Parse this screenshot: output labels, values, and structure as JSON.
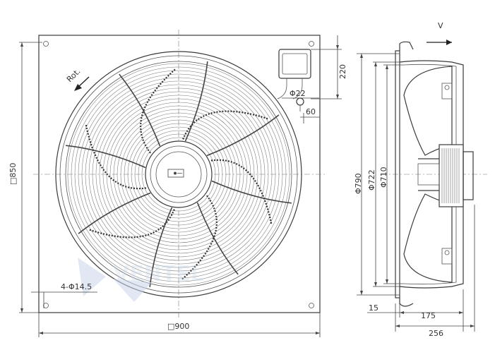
{
  "labels": {
    "plate_width": "□900",
    "plate_height": "□850",
    "mount_holes": "4-Φ14.5",
    "rotation": "Rot.",
    "box_offset": "220",
    "cable_gland": "Φ22",
    "gland_offset": "60",
    "flow_dir": "V",
    "dia_outer": "Φ790",
    "dia_mid": "Φ722",
    "dia_inner": "Φ710",
    "depth_plate": "15",
    "depth_motor": "175",
    "depth_total": "256",
    "watermark": "VENTEL"
  },
  "icons": {
    "rotation_arrow": "rotation-arrow-icon",
    "flow_arrow": "flow-direction-arrow-icon"
  },
  "colors": {
    "line": "#3a3a3a",
    "watermark": "#c9d6ea"
  }
}
